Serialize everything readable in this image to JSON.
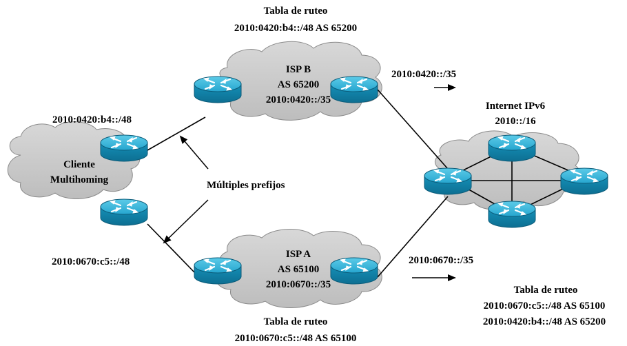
{
  "isp_b": {
    "table_title": "Tabla de ruteo",
    "table_entry": "2010:0420:b4::/48 AS 65200",
    "name": "ISP B",
    "as": "AS 65200",
    "prefix": "2010:0420::/35",
    "announce": "2010:0420::/35"
  },
  "isp_a": {
    "table_title": "Tabla de ruteo",
    "table_entry": "2010:0670:c5::/48 AS 65100",
    "name": "ISP A",
    "as": "AS 65100",
    "prefix": "2010:0670::/35",
    "announce": "2010:0670::/35"
  },
  "client": {
    "name_line1": "Cliente",
    "name_line2": "Multihoming",
    "prefix_b": "2010:0420:b4::/48",
    "prefix_a": "2010:0670:c5::/48",
    "multi_label": "Múltiples prefijos"
  },
  "internet": {
    "name": "Internet IPv6",
    "prefix": "2010::/16",
    "table_title": "Tabla de ruteo",
    "table_entry_1": "2010:0670:c5::/48 AS 65100",
    "table_entry_2": "2010:0420:b4::/48 AS 65200"
  },
  "colors": {
    "router_face": "#1aa0c8",
    "router_top": "#4cc0e0",
    "cloud_fill": "#c8c8c8",
    "cloud_stroke": "#8a8a8a"
  }
}
